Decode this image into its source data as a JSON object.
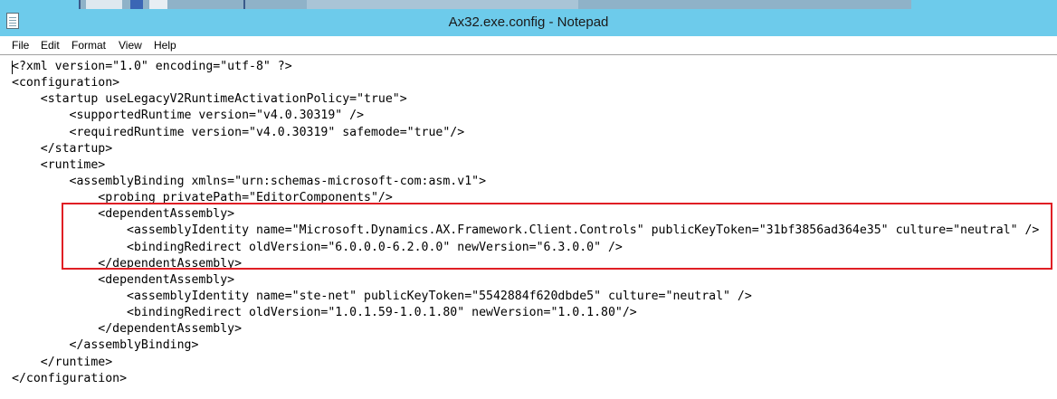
{
  "window": {
    "title": "Ax32.exe.config - Notepad"
  },
  "menu": {
    "items": [
      "File",
      "Edit",
      "Format",
      "View",
      "Help"
    ]
  },
  "editor": {
    "lines": [
      "<?xml version=\"1.0\" encoding=\"utf-8\" ?>",
      "<configuration>",
      "    <startup useLegacyV2RuntimeActivationPolicy=\"true\">",
      "        <supportedRuntime version=\"v4.0.30319\" />",
      "        <requiredRuntime version=\"v4.0.30319\" safemode=\"true\"/>",
      "    </startup>",
      "    <runtime>",
      "        <assemblyBinding xmlns=\"urn:schemas-microsoft-com:asm.v1\">",
      "            <probing privatePath=\"EditorComponents\"/>",
      "            <dependentAssembly>",
      "                <assemblyIdentity name=\"Microsoft.Dynamics.AX.Framework.Client.Controls\" publicKeyToken=\"31bf3856ad364e35\" culture=\"neutral\" />",
      "                <bindingRedirect oldVersion=\"6.0.0.0-6.2.0.0\" newVersion=\"6.3.0.0\" />",
      "            </dependentAssembly>",
      "            <dependentAssembly>",
      "                <assemblyIdentity name=\"ste-net\" publicKeyToken=\"5542884f620dbde5\" culture=\"neutral\" />",
      "                <bindingRedirect oldVersion=\"1.0.1.59-1.0.1.80\" newVersion=\"1.0.1.80\"/>",
      "            </dependentAssembly>",
      "        </assemblyBinding>",
      "    </runtime>",
      "</configuration>"
    ]
  },
  "colors": {
    "titlebar": "#6dcbeb",
    "highlight": "#e01e24"
  },
  "icons": {
    "app": "notepad-icon"
  }
}
